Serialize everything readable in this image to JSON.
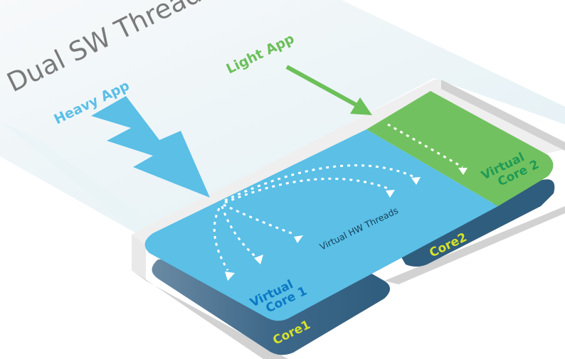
{
  "title": "Dual SW Threads",
  "apps": {
    "heavy": {
      "label": "Heavy App",
      "color": "#5bbfe6"
    },
    "light": {
      "label": "Light App",
      "color": "#6cc05a"
    }
  },
  "virtual_cores": [
    {
      "label_line1": "Virtual",
      "label_line2": "Core 1",
      "color": "#5bbfe6",
      "text_color": "#0b78c2"
    },
    {
      "label_line1": "Virtual",
      "label_line2": "Core 2",
      "color": "#72c160",
      "text_color": "#1f9a55"
    }
  ],
  "physical_cores": [
    {
      "label": "Core1",
      "color": "#2f5d7e",
      "text_color": "#d7e22b"
    },
    {
      "label": "Core2",
      "color": "#2f5d7e",
      "text_color": "#d7e22b"
    }
  ],
  "hw_threads_label": "Virtual HW Threads",
  "colors": {
    "title": "#7a7a7a",
    "beam": "#e6f2f6",
    "platform_top": "#efefef",
    "platform_side": "#d2d2d2",
    "hw_threads_text": "#15405a",
    "dots": "#ffffff"
  }
}
